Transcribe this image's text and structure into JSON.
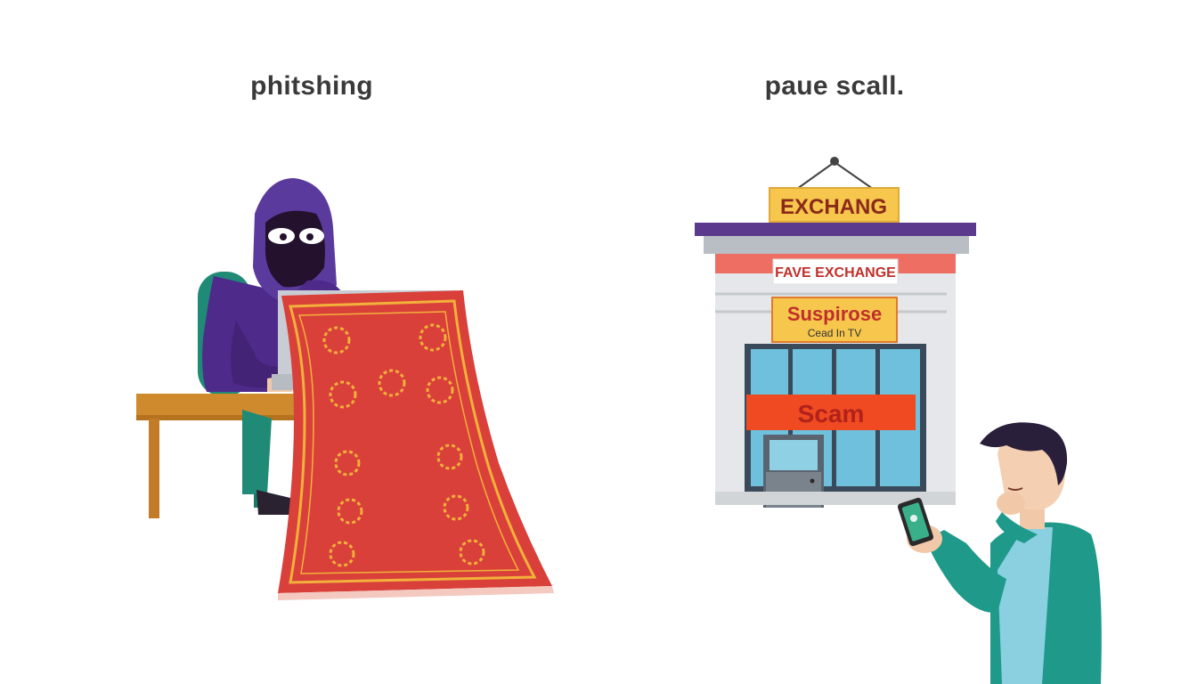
{
  "captions": {
    "left": "phitshing",
    "right": "paue scall."
  },
  "signs": {
    "top": "EXCHANG",
    "banner": "FAVE EXCHANGE",
    "featured_main": "Suspirose",
    "featured_sub": "Cead In TV",
    "scam": "Scam"
  },
  "colors": {
    "hoodie": "#4e2a8a",
    "rug": "#d9403a",
    "rug_trim": "#f2b13a",
    "sign_yellow": "#f6c64d",
    "sign_text": "#8a2a1a",
    "scam_red": "#f04a22",
    "roof": "#5b3a8e",
    "glass": "#6fc0dc",
    "jacket": "#1f9a8a",
    "desk": "#d08a2e"
  },
  "icons": [
    "hooded-hacker-figure",
    "patterned-red-rug",
    "wooden-desk",
    "laptop",
    "storefront-building",
    "smartphone",
    "thinking-man-figure"
  ]
}
